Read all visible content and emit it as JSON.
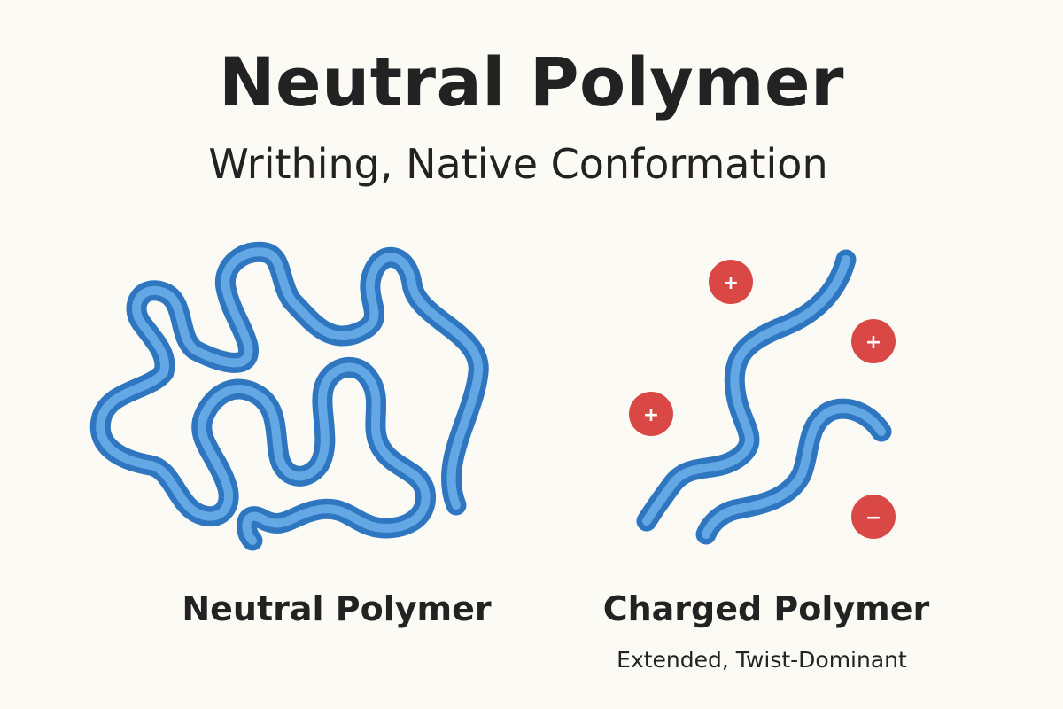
{
  "header": {
    "title": "Neutral Polymer",
    "subtitle": "Writhing, Native Conformation"
  },
  "panels": {
    "neutral": {
      "label": "Neutral Polymer"
    },
    "charged": {
      "label": "Charged Polymer",
      "caption": "Extended, Twist-Dominant"
    }
  },
  "charges": [
    {
      "symbol": "+"
    },
    {
      "symbol": "+"
    },
    {
      "symbol": "+"
    },
    {
      "symbol": "−"
    }
  ],
  "colors": {
    "background": "#fbfaf5",
    "chain_outline": "#2e76bf",
    "chain_fill": "#64a7e5",
    "charge": "#d94845",
    "text": "#222222"
  }
}
